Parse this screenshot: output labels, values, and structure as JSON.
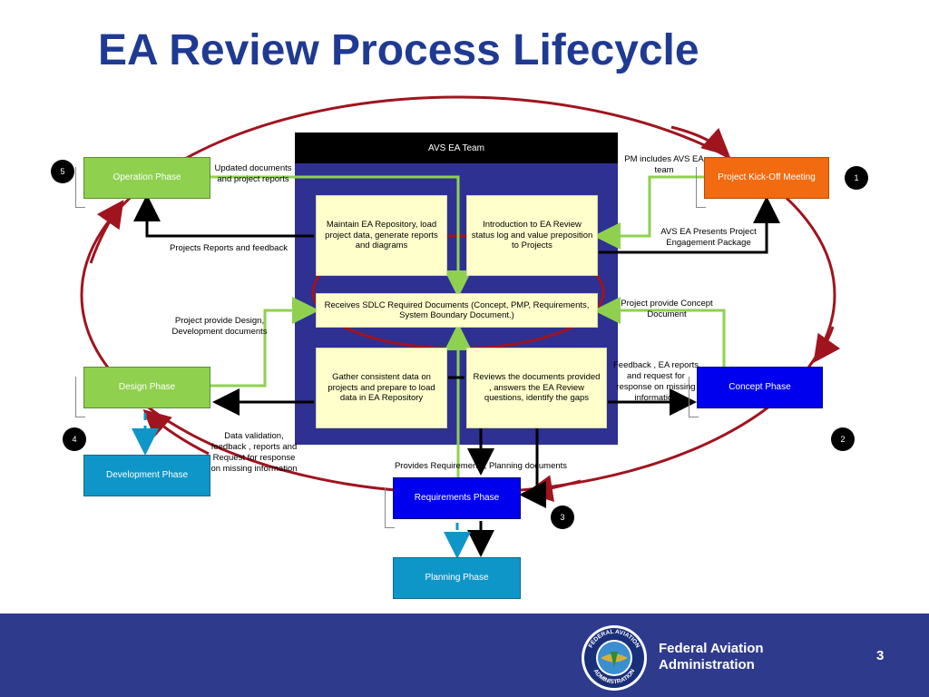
{
  "title": "EA Review Process Lifecycle",
  "team": {
    "header": "AVS EA Team",
    "boxes": {
      "maintain": "Maintain EA Repository, load project data, generate reports and diagrams",
      "intro": "Introduction to EA Review  status log and value preposition to Projects",
      "receives": "Receives SDLC Required Documents (Concept, PMP, Requirements, System Boundary Document.)",
      "gather": "Gather consistent data on projects and prepare to load data in EA Repository",
      "reviews": "Reviews the documents provided , answers the EA Review questions, identify the gaps"
    }
  },
  "phases": {
    "operation": "Operation Phase",
    "kickoff": "Project Kick-Off Meeting",
    "design": "Design Phase",
    "concept": "Concept Phase",
    "development": "Development Phase",
    "requirements": "Requirements Phase",
    "planning": "Planning Phase"
  },
  "numbers": {
    "n1": "1",
    "n2": "2",
    "n3": "3",
    "n4": "4",
    "n5": "5"
  },
  "labels": {
    "updated_docs": "Updated documents and project reports",
    "pm_includes": "PM includes AVS EA team",
    "projects_reports": "Projects Reports and feedback",
    "presents_package": "AVS EA Presents Project Engagement Package",
    "provide_design": "Project provide Design, Development documents",
    "provide_concept": "Project provide Concept Document",
    "feedback_reports": "Feedback , EA reports and request for response on missing information",
    "data_validation": "Data validation, feedback , reports and Request for response on missing information",
    "provides_requirements": "Provides Requirements, Planning documents"
  },
  "footer": {
    "org_line1": "Federal Aviation",
    "org_line2": "Administration",
    "page_number": "3",
    "seal_text_top": "FEDERAL AVIATION",
    "seal_text_bottom": "ADMINISTRATION"
  },
  "colors": {
    "title": "#1f3a93",
    "ellipse": "#a0141e",
    "green_arrow": "#8fd14f",
    "footer": "#2e3a8c",
    "team_bg": "#2e3192"
  }
}
